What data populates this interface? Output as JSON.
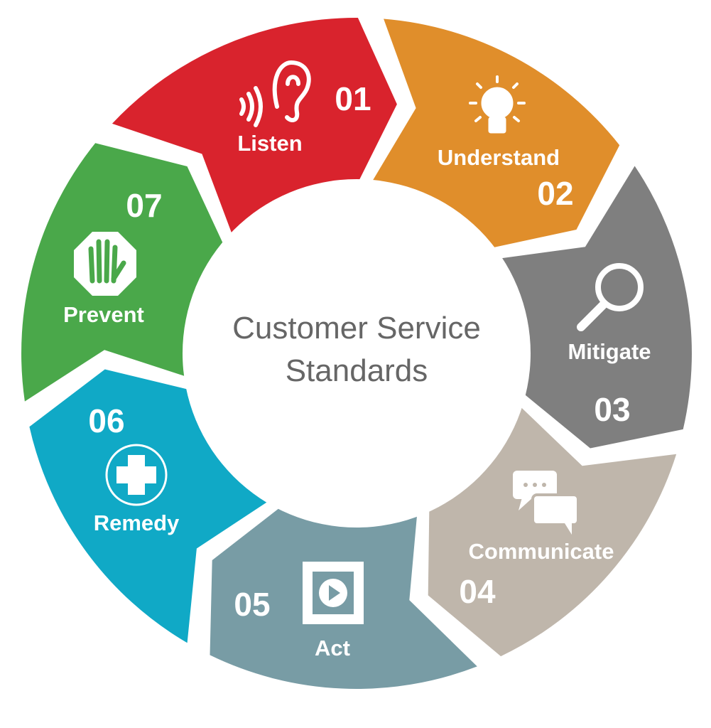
{
  "title_line1": "Customer Service",
  "title_line2": "Standards",
  "steps": [
    {
      "number": "01",
      "label": "Listen",
      "icon": "ear-icon",
      "color": "#d9232d"
    },
    {
      "number": "02",
      "label": "Understand",
      "icon": "lightbulb-icon",
      "color": "#e08e2b"
    },
    {
      "number": "03",
      "label": "Mitigate",
      "icon": "magnifier-icon",
      "color": "#7f7f7f"
    },
    {
      "number": "04",
      "label": "Communicate",
      "icon": "chat-bubbles-icon",
      "color": "#bfb6ab"
    },
    {
      "number": "05",
      "label": "Act",
      "icon": "video-play-icon",
      "color": "#789ca5"
    },
    {
      "number": "06",
      "label": "Remedy",
      "icon": "medical-cross-icon",
      "color": "#10a9c6"
    },
    {
      "number": "07",
      "label": "Prevent",
      "icon": "stop-hand-icon",
      "color": "#4aa84a"
    }
  ]
}
